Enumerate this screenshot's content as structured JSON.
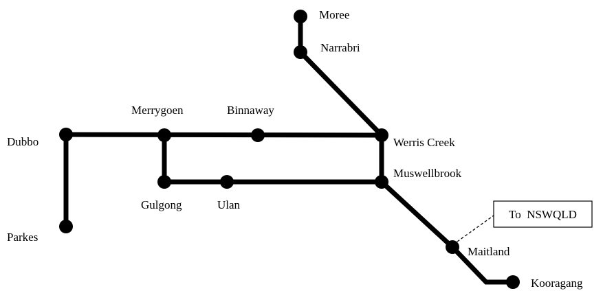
{
  "stations": {
    "moree": "Moree",
    "narrabri": "Narrabri",
    "merrygoen": "Merrygoen",
    "binnaway": "Binnaway",
    "dubbo": "Dubbo",
    "werris_creek": "Werris Creek",
    "muswellbrook": "Muswellbrook",
    "gulgong": "Gulgong",
    "ulan": "Ulan",
    "parkes": "Parkes",
    "maitland": "Maitland",
    "kooragang": "Kooragang"
  },
  "callout": {
    "label": "To  NSWQLD"
  },
  "colors": {
    "track": "#000000",
    "station": "#000000",
    "background": "#ffffff"
  }
}
